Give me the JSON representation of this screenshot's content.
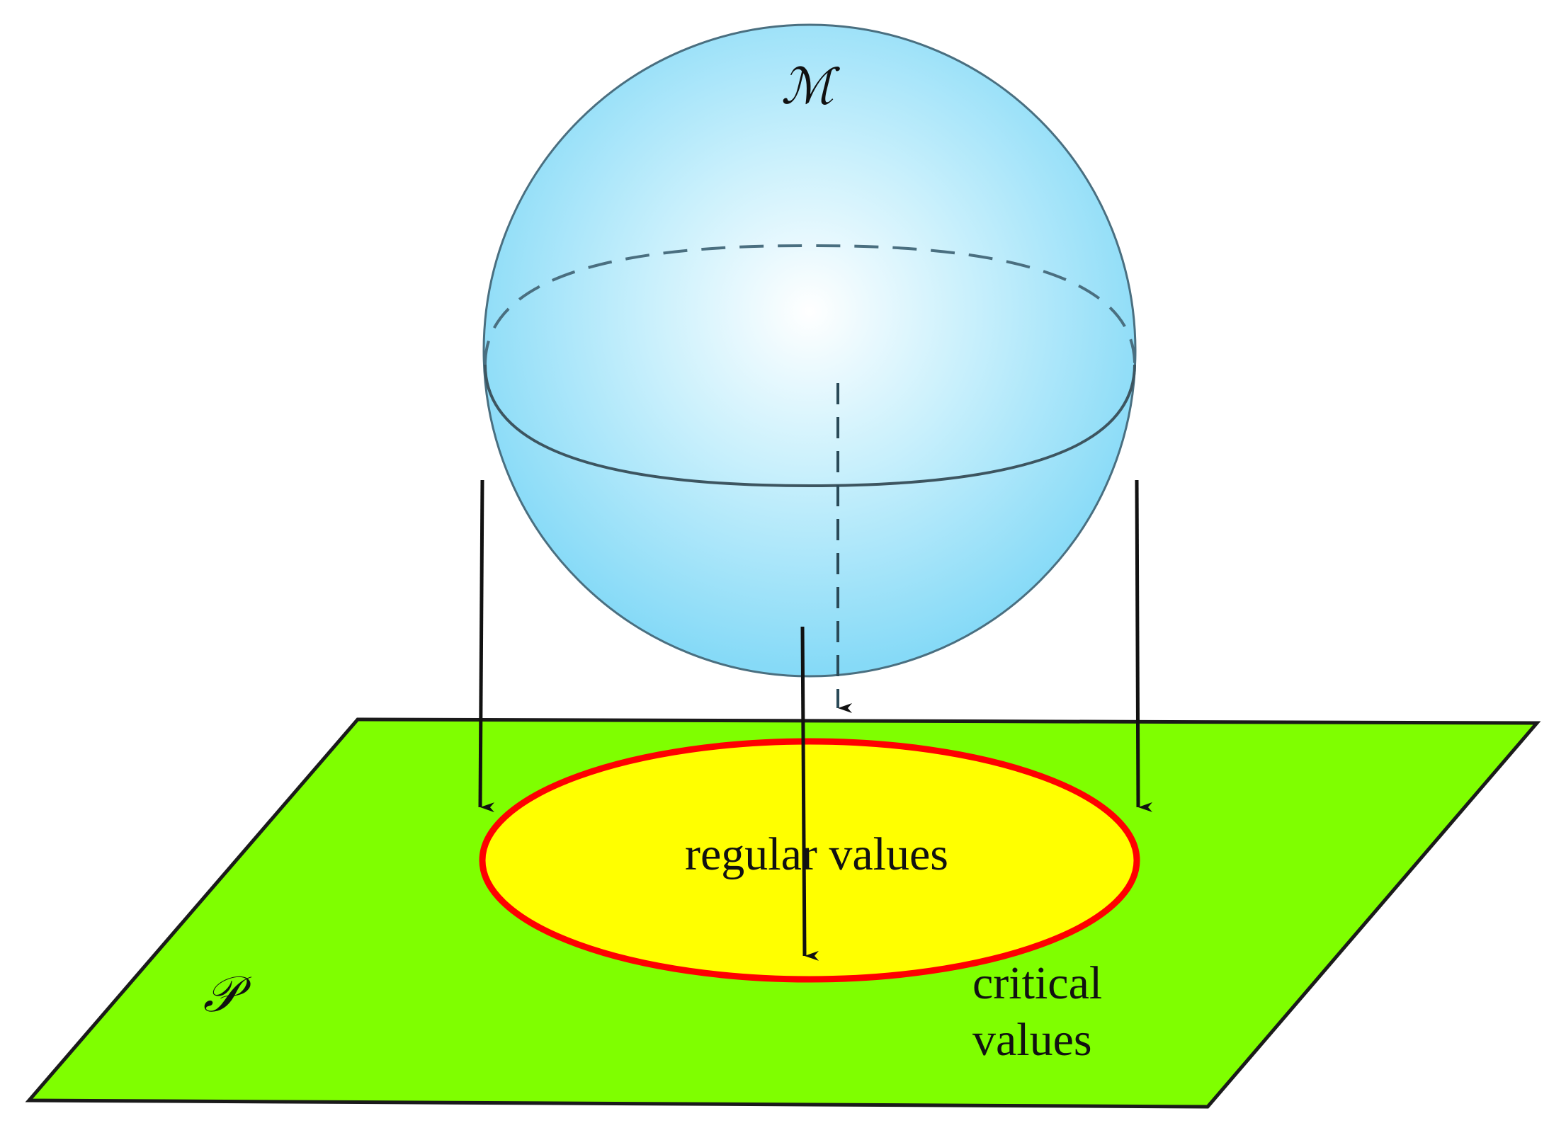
{
  "sphere_label": "ℳ",
  "plane_label": "𝒫",
  "inner_label": "regular values",
  "boundary_label_line1": "critical",
  "boundary_label_line2": "values",
  "colors": {
    "plane_fill": "#7fff00",
    "disk_fill": "#ffff00",
    "disk_stroke": "#ff0000",
    "sphere_center": "#ffffff",
    "sphere_edge": "#86daf7",
    "outline": "#1a1a1a",
    "arrow": "#111111"
  }
}
